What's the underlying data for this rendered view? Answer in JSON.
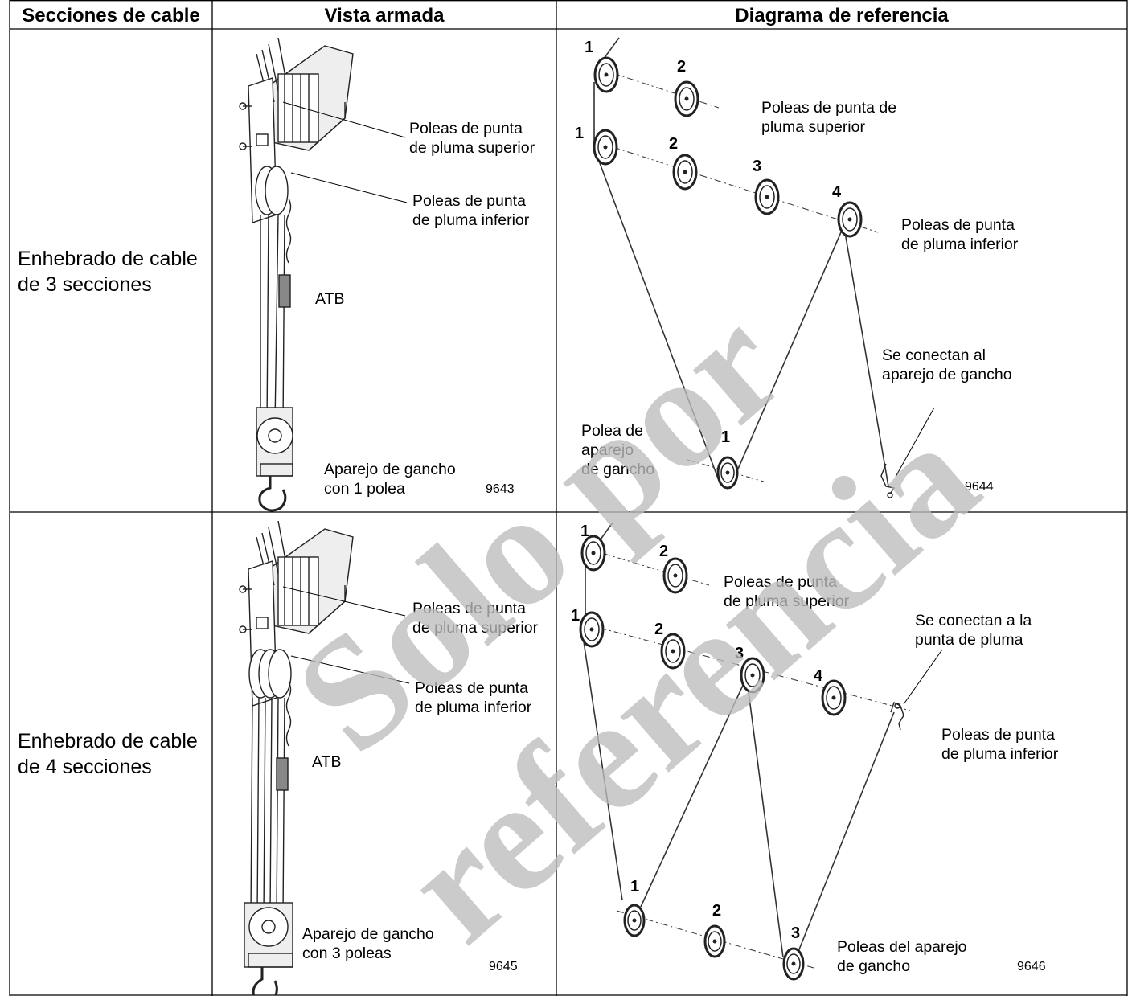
{
  "headers": {
    "col1": "Secciones de cable",
    "col2": "Vista armada",
    "col3": "Diagrama de referencia"
  },
  "rows": [
    {
      "label_line1": "Enhebrado de cable",
      "label_line2": "de 3 secciones",
      "assembled": {
        "upper_sheaves": [
          "Poleas de punta",
          "de pluma superior"
        ],
        "lower_sheaves": [
          "Poleas de punta",
          "de pluma inferior"
        ],
        "atb": "ATB",
        "hook_block": [
          "Aparejo de gancho",
          "con 1 polea"
        ],
        "figure_number": "9643"
      },
      "diagram": {
        "upper_sheaves": [
          "Poleas de punta de",
          "pluma superior"
        ],
        "lower_sheaves": [
          "Poleas de punta",
          "de pluma inferior"
        ],
        "connect": [
          "Se conectan al",
          "aparejo de gancho"
        ],
        "hook_sheave": [
          "Polea de",
          "aparejo",
          "de gancho"
        ],
        "numbers": [
          "1",
          "2",
          "1",
          "2",
          "3",
          "4",
          "1"
        ],
        "figure_number": "9644"
      }
    },
    {
      "label_line1": "Enhebrado de cable",
      "label_line2": "de 4 secciones",
      "assembled": {
        "upper_sheaves": [
          "Poleas de punta",
          "de pluma superior"
        ],
        "lower_sheaves": [
          "Poleas de punta",
          "de pluma inferior"
        ],
        "atb": "ATB",
        "hook_block": [
          "Aparejo de gancho",
          "con 3 poleas"
        ],
        "figure_number": "9645"
      },
      "diagram": {
        "upper_sheaves": [
          "Poleas de punta",
          "de pluma superior"
        ],
        "connect": [
          "Se conectan a la",
          "punta de pluma"
        ],
        "lower_sheaves": [
          "Poleas de punta",
          "de pluma inferior"
        ],
        "hook_sheaves": [
          "Poleas del aparejo",
          "de gancho"
        ],
        "numbers": [
          "1",
          "2",
          "1",
          "2",
          "3",
          "4",
          "1",
          "2",
          "3"
        ],
        "figure_number": "9646"
      }
    }
  ],
  "watermark": [
    "Solo por",
    "referencia"
  ]
}
